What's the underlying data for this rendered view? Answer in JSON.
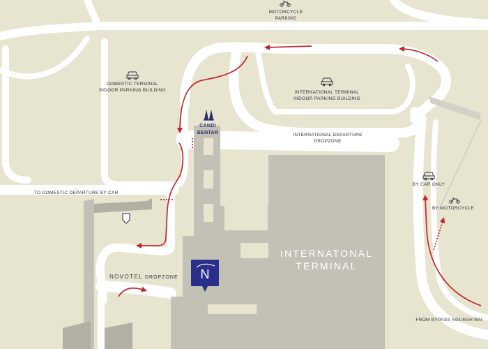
{
  "map": {
    "labels": {
      "motorcycle_parking_1": "MOTORCYCLE",
      "motorcycle_parking_2": "PARKING",
      "domestic_parking_1": "DOMESTIC TERMINAL",
      "domestic_parking_2": "INDOOR PARKING BUILDING",
      "intl_parking_1": "INTERNATIONAL TERMINAL",
      "intl_parking_2": "INDOOR PARKING BUILDING",
      "candi_1": "CANDI",
      "candi_2": "BENTAR",
      "intl_departure_1": "INTERNATIONAL DEPARTURE",
      "intl_departure_2": "DROPZONE",
      "to_domestic": "TO DOMESTIC DEPARTURE BY CAR",
      "by_car_only": "BY CAR ONLY",
      "by_motorcycle": "BY MOTORCYCLE",
      "terminal_1": "INTERNATONAL",
      "terminal_2": "TERMINAL",
      "novotel": "NOVOTEL",
      "dropzone": "DROPZONE",
      "from_bypass": "FROM BYPASS NGURAH RAI",
      "logo_letter": "N"
    },
    "icons": [
      "motorcycle-icon",
      "car-icon",
      "temple-icon",
      "shield-icon",
      "novotel-logo-icon"
    ],
    "colors": {
      "background": "#e7e4cf",
      "road": "#ffffff",
      "building": "#c3c1b5",
      "building_dark": "#b2b0a3",
      "arrow": "#c0272d",
      "label": "#2f3142",
      "novotel_blue": "#2a2f8a"
    }
  }
}
